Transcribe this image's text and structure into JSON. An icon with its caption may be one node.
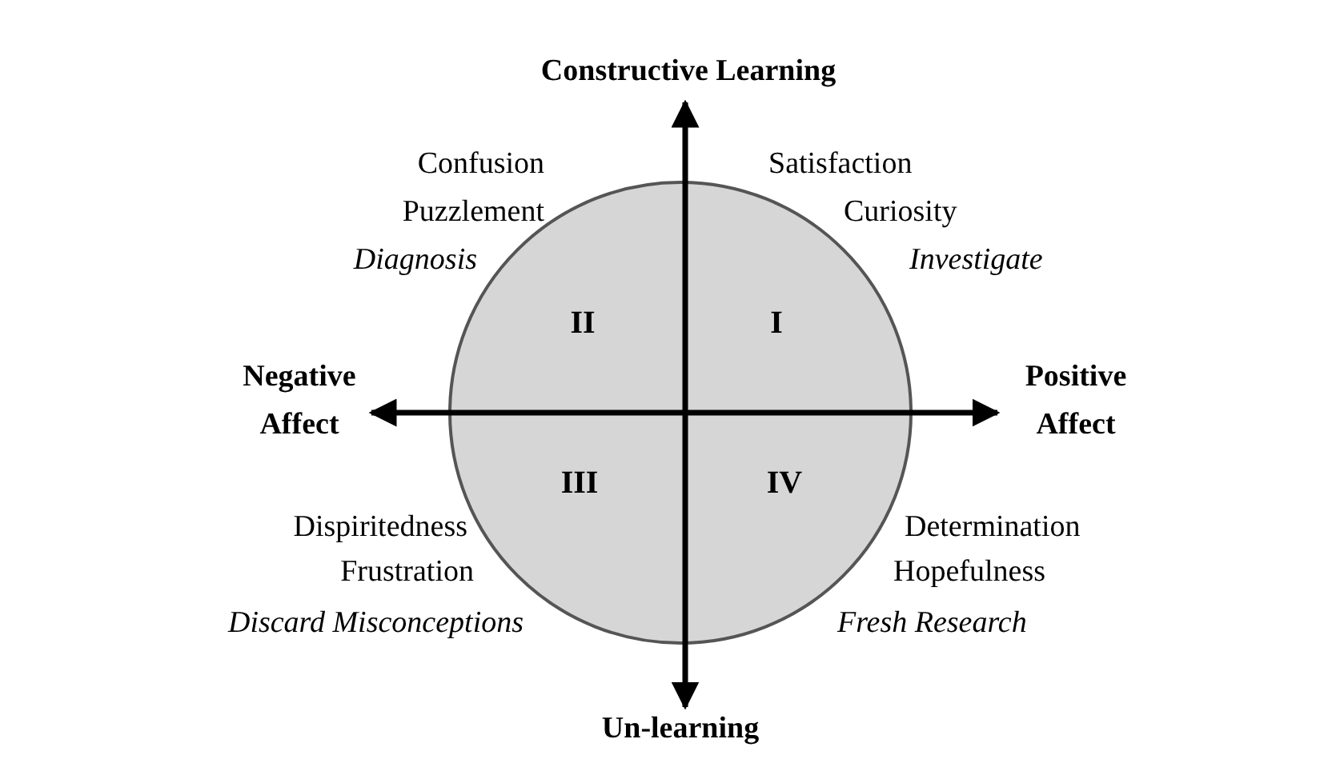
{
  "diagram": {
    "nodes": [
      {
        "text": [
          "II",
          "I",
          "III",
          "IV"
        ]
      }
    ],
    "labels": [
      "Constructive Learning",
      "Confusion",
      "Satisfaction",
      "Puzzlement",
      "Curiosity",
      "Diagnosis",
      "Investigate",
      "Negative Affect",
      "Positive Affect",
      "Dispiritedness",
      "Determination",
      "Frustration",
      "Hopefulness",
      "Discard Misconceptions",
      "Fresh Research",
      "Un-learning"
    ]
  }
}
